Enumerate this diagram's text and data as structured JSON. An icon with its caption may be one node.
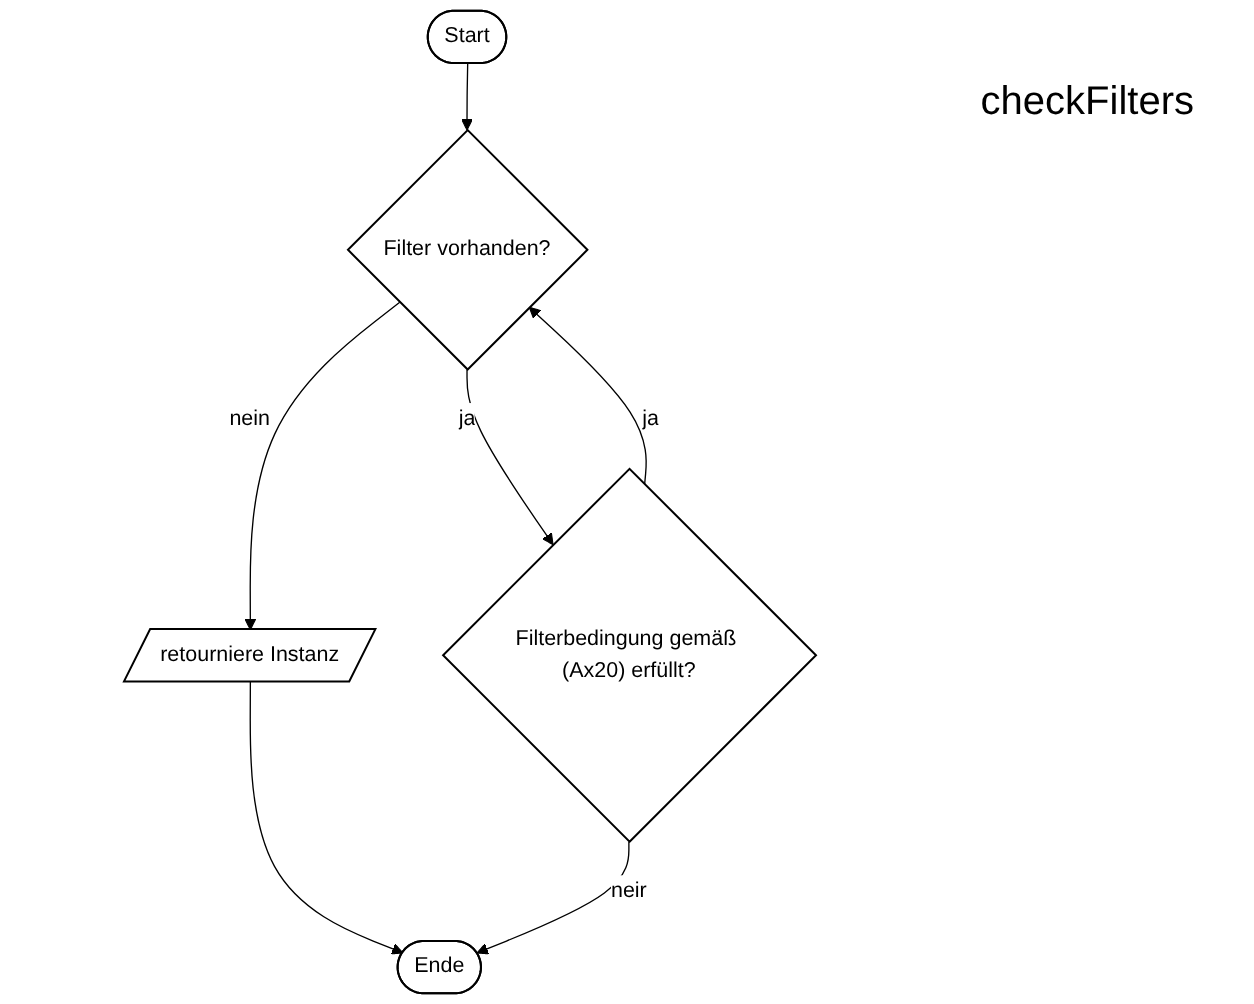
{
  "diagram": {
    "title": "checkFilters",
    "nodes": [
      {
        "text": [
          "Start"
        ]
      },
      {
        "text": [
          "Filter vorhanden?"
        ]
      },
      {
        "text": [
          "Filterbedingung gemäß (Ax20) erfüllt?"
        ]
      },
      {
        "text": [
          "retourniere Instanz"
        ]
      },
      {
        "text": [
          "Ende"
        ]
      }
    ],
    "edges": [
      {
        "from": 0,
        "to": 1,
        "arrow": "to"
      },
      {
        "from": 2,
        "to": 1,
        "arrow": "to",
        "label": "ja"
      },
      {
        "from": 1,
        "to": 2,
        "arrow": "to",
        "label": "ja"
      },
      {
        "from": 1,
        "to": 3,
        "arrow": "to",
        "label": "nein"
      },
      {
        "from": 3,
        "to": 4,
        "arrow": "to"
      },
      {
        "from": 2,
        "to": 4,
        "arrow": "to",
        "label": "neir"
      }
    ]
  }
}
